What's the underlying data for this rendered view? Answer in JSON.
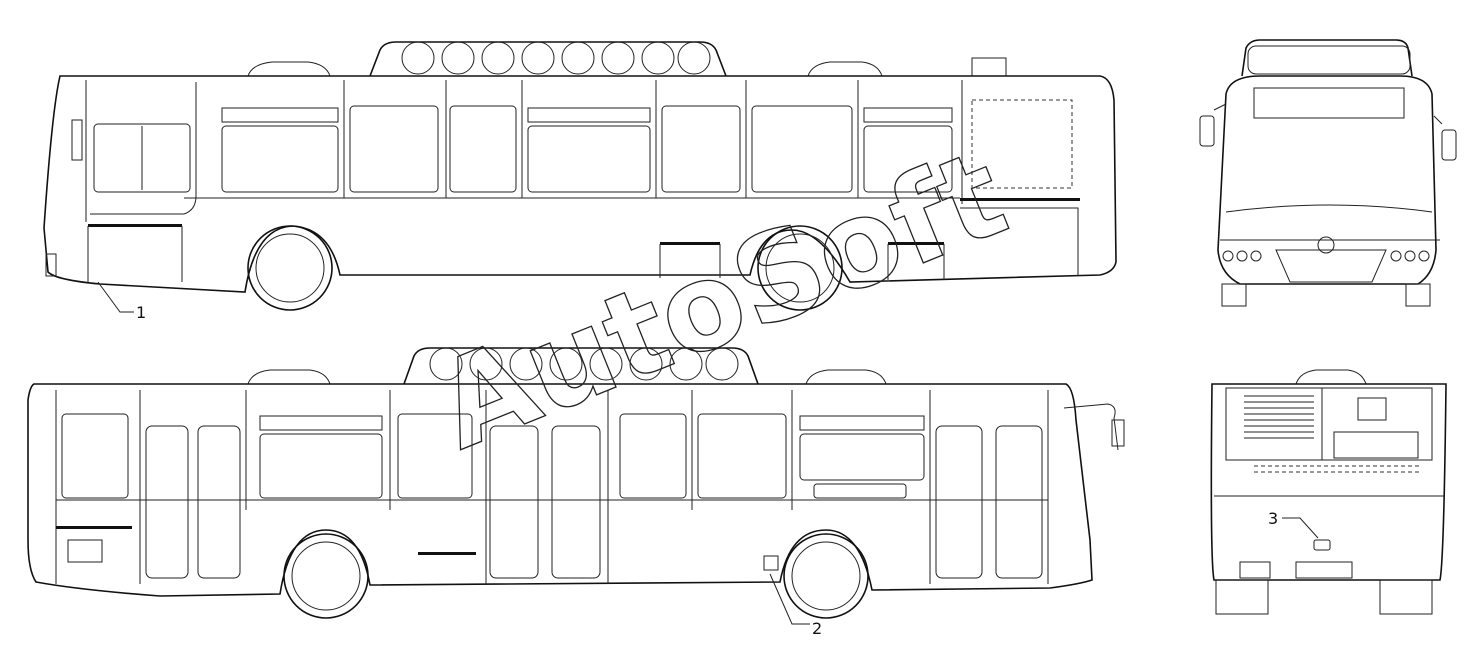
{
  "watermark": "AutoSoft",
  "callouts": [
    {
      "label": "1"
    },
    {
      "label": "2"
    },
    {
      "label": "3"
    }
  ]
}
